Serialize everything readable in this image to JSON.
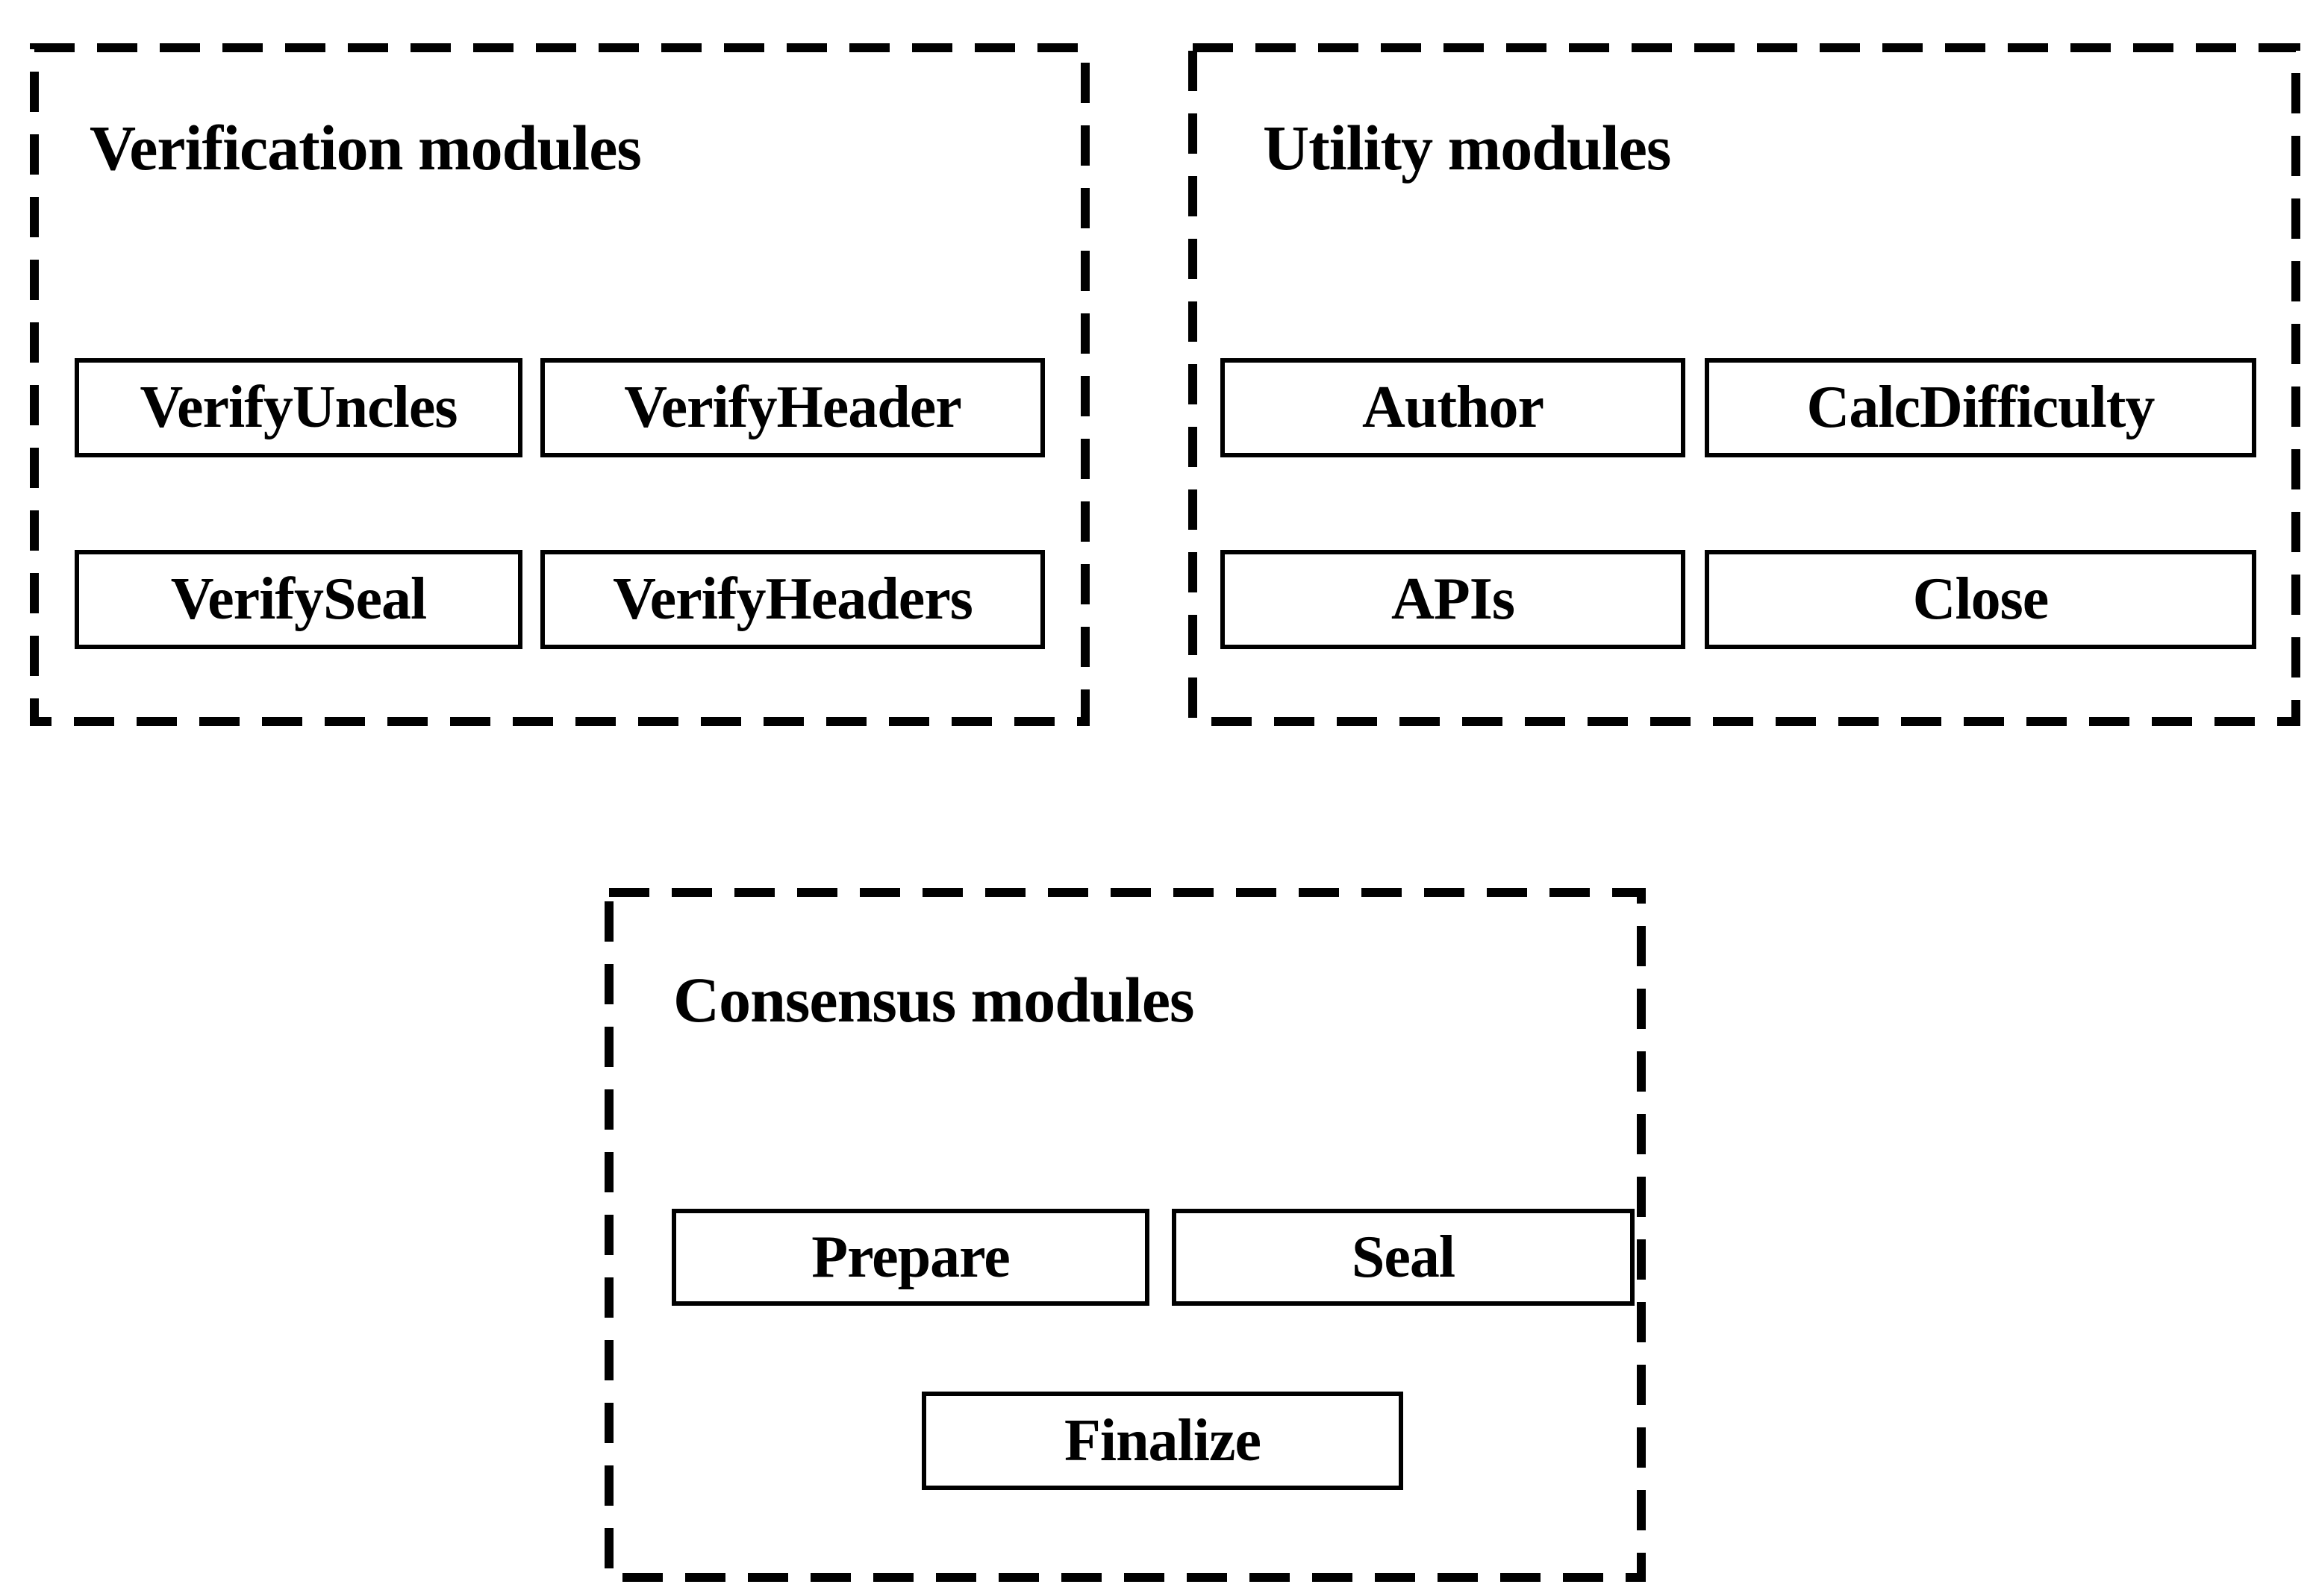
{
  "colors": {
    "background": "#ffffff",
    "line": "#000000",
    "text": "#000000"
  },
  "diagram": {
    "type": "module-architecture",
    "sections": [
      {
        "id": "verification",
        "title": "Verification modules",
        "buttons": [
          "VerifyUncles",
          "VerifyHeader",
          "VerifySeal",
          "VerifyHeaders"
        ]
      },
      {
        "id": "utility",
        "title": "Utility modules",
        "buttons": [
          "Author",
          "CalcDifficulty",
          "APIs",
          "Close"
        ]
      },
      {
        "id": "consensus",
        "title": "Consensus modules",
        "buttons": [
          "Prepare",
          "Seal",
          "Finalize"
        ]
      }
    ]
  }
}
